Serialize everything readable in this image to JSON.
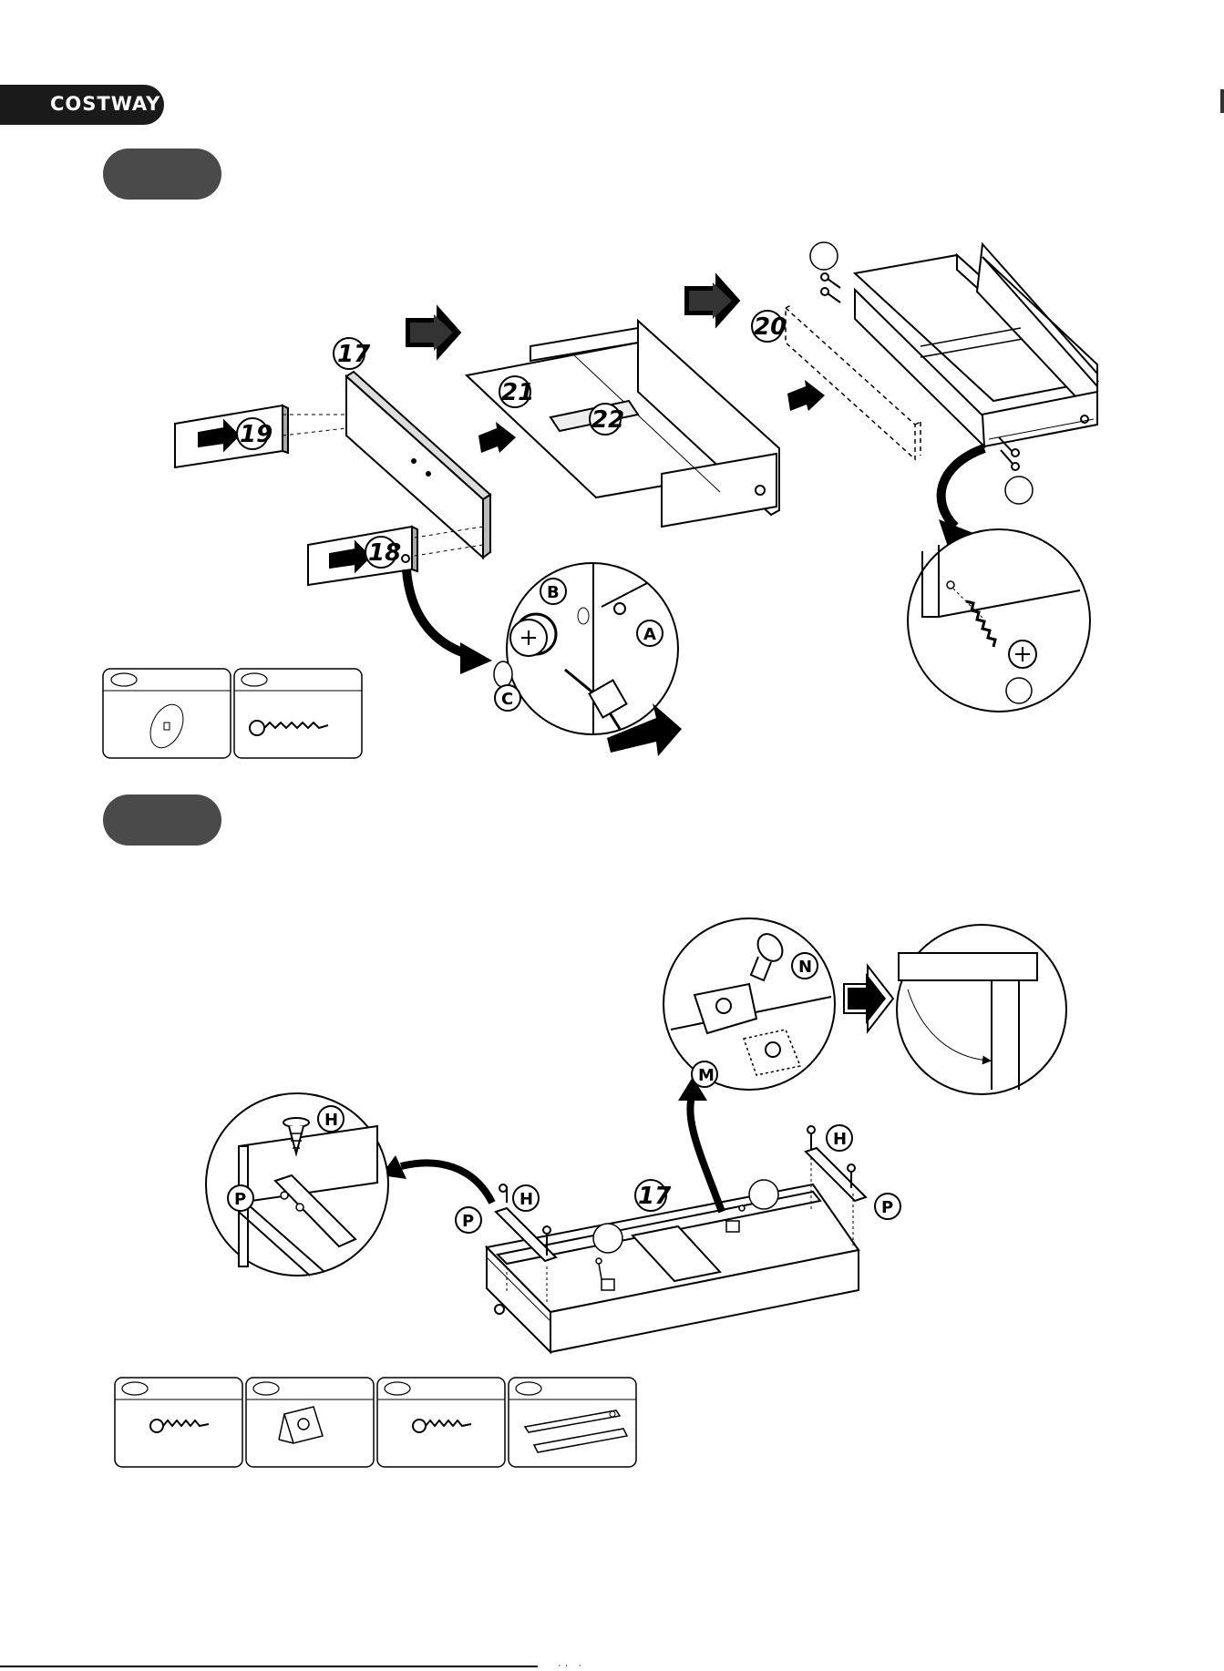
{
  "brand": {
    "name": "COSTWAY"
  },
  "step1": {
    "part_labels": [
      "17",
      "19",
      "21",
      "22",
      "20",
      "18"
    ],
    "cam_labels": [
      "B",
      "A",
      "C"
    ]
  },
  "step2": {
    "part_label": "17",
    "hardware_labels": [
      "H",
      "P",
      "N",
      "M",
      "H",
      "P",
      "H",
      "P"
    ]
  },
  "footer": {
    "text": "·· ·"
  }
}
